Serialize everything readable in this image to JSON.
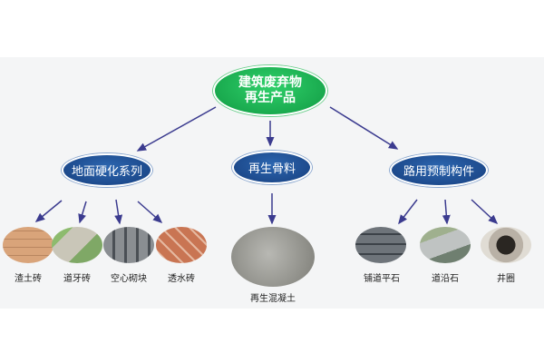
{
  "root": {
    "line1": "建筑废弃物",
    "line2": "再生产品"
  },
  "categories": [
    {
      "label": "地面硬化系列",
      "items": [
        "渣土砖",
        "道牙砖",
        "空心砌块",
        "透水砖"
      ]
    },
    {
      "label": "再生骨料",
      "items": [
        "再生混凝土"
      ]
    },
    {
      "label": "路用预制构件",
      "items": [
        "铺道平石",
        "道沿石",
        "井圈"
      ]
    }
  ],
  "colors": {
    "root": "#1db954",
    "category": "#1f4e8c",
    "arrow": "#3b3b8f"
  }
}
